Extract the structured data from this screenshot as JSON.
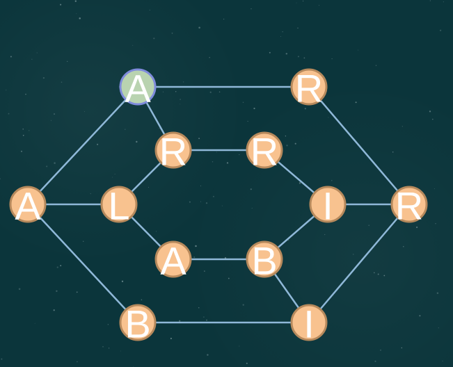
{
  "board": {
    "colors": {
      "background": "#0b353b",
      "edge": "#8fb8d8",
      "node_fill": "#f8c28f",
      "node_stroke": "#b6895c",
      "selected_fill": "#b9d3b0",
      "selected_stroke": "#7f8bdc",
      "letter": "#ffffff"
    },
    "nodes": [
      {
        "id": "n1",
        "letter": "A",
        "selected": true
      },
      {
        "id": "n2",
        "letter": "R",
        "selected": false
      },
      {
        "id": "n3",
        "letter": "R",
        "selected": false
      },
      {
        "id": "n4",
        "letter": "R",
        "selected": false
      },
      {
        "id": "n5",
        "letter": "A",
        "selected": false
      },
      {
        "id": "n6",
        "letter": "L",
        "selected": false
      },
      {
        "id": "n7",
        "letter": "I",
        "selected": false
      },
      {
        "id": "n8",
        "letter": "R",
        "selected": false
      },
      {
        "id": "n9",
        "letter": "A",
        "selected": false
      },
      {
        "id": "n10",
        "letter": "B",
        "selected": false
      },
      {
        "id": "n11",
        "letter": "B",
        "selected": false
      },
      {
        "id": "n12",
        "letter": "I",
        "selected": false
      }
    ],
    "edges": [
      [
        "n1",
        "n2"
      ],
      [
        "n1",
        "n3"
      ],
      [
        "n1",
        "n5"
      ],
      [
        "n2",
        "n8"
      ],
      [
        "n3",
        "n4"
      ],
      [
        "n3",
        "n6"
      ],
      [
        "n4",
        "n7"
      ],
      [
        "n5",
        "n6"
      ],
      [
        "n5",
        "n11"
      ],
      [
        "n6",
        "n9"
      ],
      [
        "n7",
        "n8"
      ],
      [
        "n7",
        "n10"
      ],
      [
        "n8",
        "n12"
      ],
      [
        "n9",
        "n10"
      ],
      [
        "n10",
        "n12"
      ],
      [
        "n11",
        "n12"
      ]
    ]
  }
}
